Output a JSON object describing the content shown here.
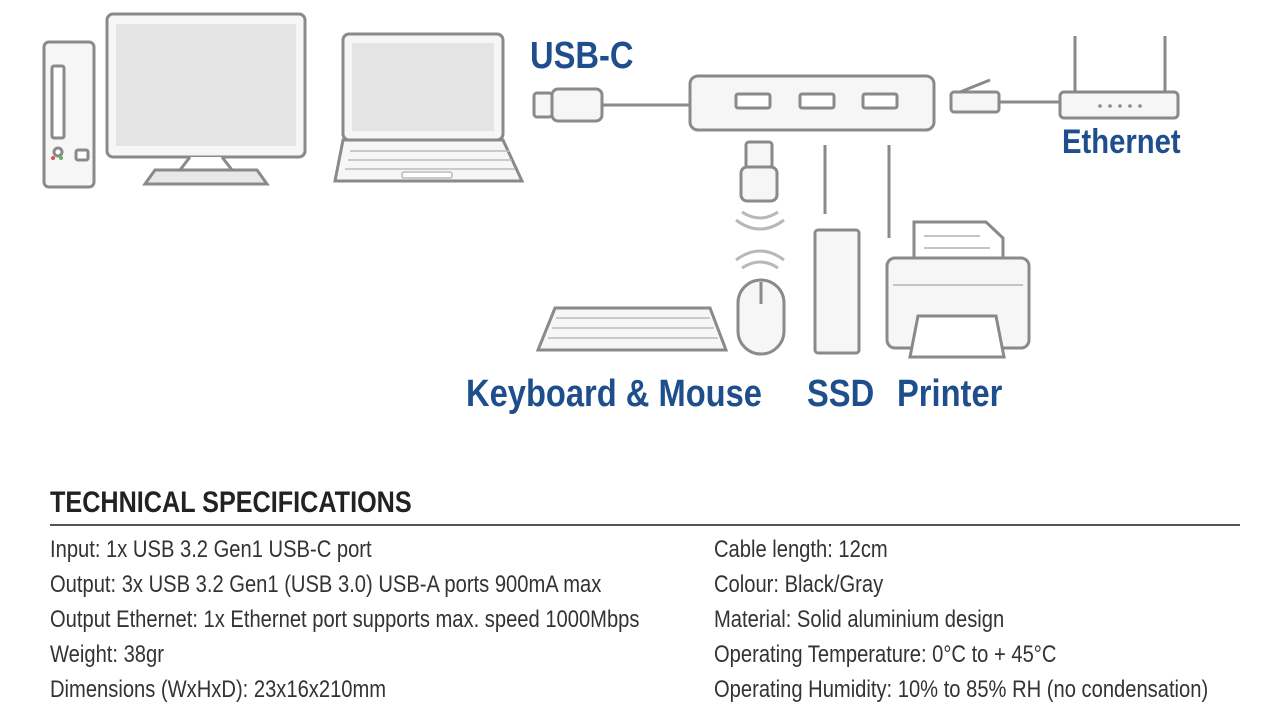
{
  "labels": {
    "usbc": "USB-C",
    "ethernet": "Ethernet",
    "keyboard_mouse": "Keyboard & Mouse",
    "ssd": "SSD",
    "printer": "Printer"
  },
  "specs": {
    "title": "TECHNICAL SPECIFICATIONS",
    "left": [
      "Input: 1x USB 3.2 Gen1 USB-C port",
      "Output: 3x USB 3.2 Gen1 (USB 3.0) USB-A ports 900mA max",
      "Output Ethernet: 1x Ethernet port supports max. speed 1000Mbps",
      "Weight: 38gr",
      "Dimensions (WxHxD): 23x16x210mm"
    ],
    "right": [
      "Cable length: 12cm",
      "Colour: Black/Gray",
      "Material: Solid aluminium design",
      "Operating Temperature: 0°C to + 45°C",
      "Operating Humidity: 10% to 85% RH (no condensation)"
    ]
  },
  "colors": {
    "label_blue": "#1f4e8c",
    "outline_gray": "#8a8a8a",
    "text_dark": "#333333"
  }
}
